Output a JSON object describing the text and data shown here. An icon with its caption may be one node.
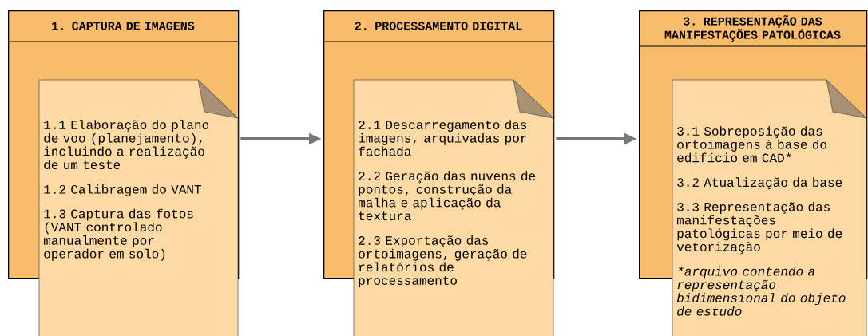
{
  "diagram": {
    "nodes": [
      {
        "text": [
          "1. CAPTURA DE IMAGENS"
        ]
      },
      {
        "text": [
          "1.1 Elaboração do plano de voo (planejamento), incluindo a realização de um teste",
          "1.2 Calibragem do VANT",
          "1.3 Captura das fotos (VANT controlado manualmente por operador em solo)"
        ]
      },
      {
        "text": [
          "2. PROCESSAMENTO DIGITAL"
        ]
      },
      {
        "text": [
          "2.1 Descarregamento das imagens, arquivadas por fachada",
          "2.2 Geração das nuvens de pontos, construção da malha e aplicação da textura",
          "2.3 Exportação das ortoimagens, geração de relatórios de processamento"
        ]
      },
      {
        "text": [
          "3. REPRESENTAÇÃO DAS MANIFESTAÇÕES PATOLÓGICAS"
        ]
      },
      {
        "text": [
          "3.1 Sobreposição das ortoimagens à base do edifício em CAD*",
          "3.2 Atualização da base",
          "3.3 Representação das manifestações patológicas por meio de vetorização",
          "*arquivo contendo a representação bidimensional do objeto de estudo"
        ]
      }
    ],
    "edges": [
      {
        "from": 0,
        "to": 2,
        "arrow": "to"
      },
      {
        "from": 2,
        "to": 4,
        "arrow": "to"
      }
    ]
  }
}
